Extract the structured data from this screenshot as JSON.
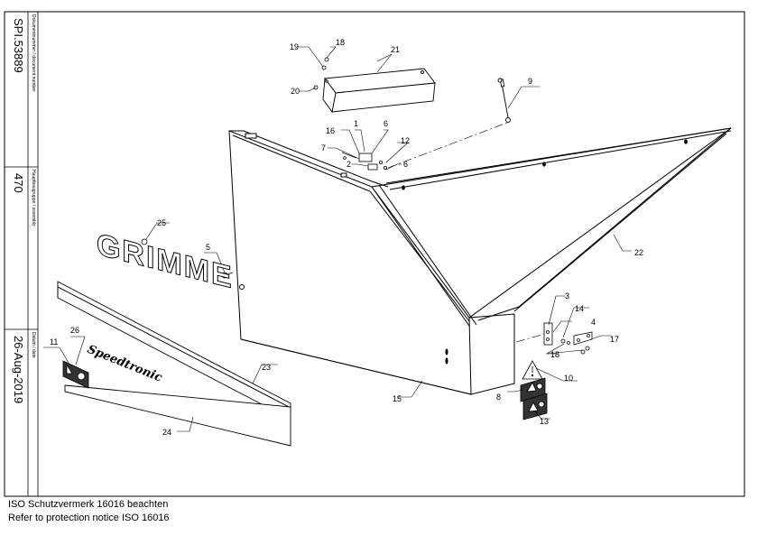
{
  "title_block": {
    "document_number": {
      "label": "Dokumentnummer / document number",
      "value": "SPI.53889"
    },
    "assembly": {
      "label": "Hauptbaugruppe / assembly",
      "value": "470"
    },
    "date": {
      "label": "Datum / date",
      "value": "26-Aug-2019"
    }
  },
  "footer": {
    "line1": "ISO Schutzvermerk 16016 beachten",
    "line2": "Refer to protection notice ISO 16016"
  },
  "logo": {
    "text": "GRIMME"
  },
  "decal": {
    "text": "Speedtronic"
  },
  "callouts": [
    {
      "id": "c1",
      "text": "1"
    },
    {
      "id": "c2",
      "text": "2"
    },
    {
      "id": "c3",
      "text": "3"
    },
    {
      "id": "c4",
      "text": "4"
    },
    {
      "id": "c5",
      "text": "5"
    },
    {
      "id": "c6a",
      "text": "6"
    },
    {
      "id": "c6b",
      "text": "6"
    },
    {
      "id": "c7",
      "text": "7"
    },
    {
      "id": "c8",
      "text": "8"
    },
    {
      "id": "c9",
      "text": "9"
    },
    {
      "id": "c10",
      "text": "10"
    },
    {
      "id": "c11",
      "text": "11"
    },
    {
      "id": "c12",
      "text": "12"
    },
    {
      "id": "c13",
      "text": "13"
    },
    {
      "id": "c14",
      "text": "14"
    },
    {
      "id": "c15",
      "text": "15"
    },
    {
      "id": "c16",
      "text": "16"
    },
    {
      "id": "c17",
      "text": "17"
    },
    {
      "id": "c18a",
      "text": "18"
    },
    {
      "id": "c18b",
      "text": "18"
    },
    {
      "id": "c19",
      "text": "19"
    },
    {
      "id": "c20",
      "text": "20"
    },
    {
      "id": "c21",
      "text": "21"
    },
    {
      "id": "c22",
      "text": "22"
    },
    {
      "id": "c23",
      "text": "23"
    },
    {
      "id": "c24",
      "text": "24"
    },
    {
      "id": "c25",
      "text": "25"
    },
    {
      "id": "c26",
      "text": "26"
    }
  ]
}
